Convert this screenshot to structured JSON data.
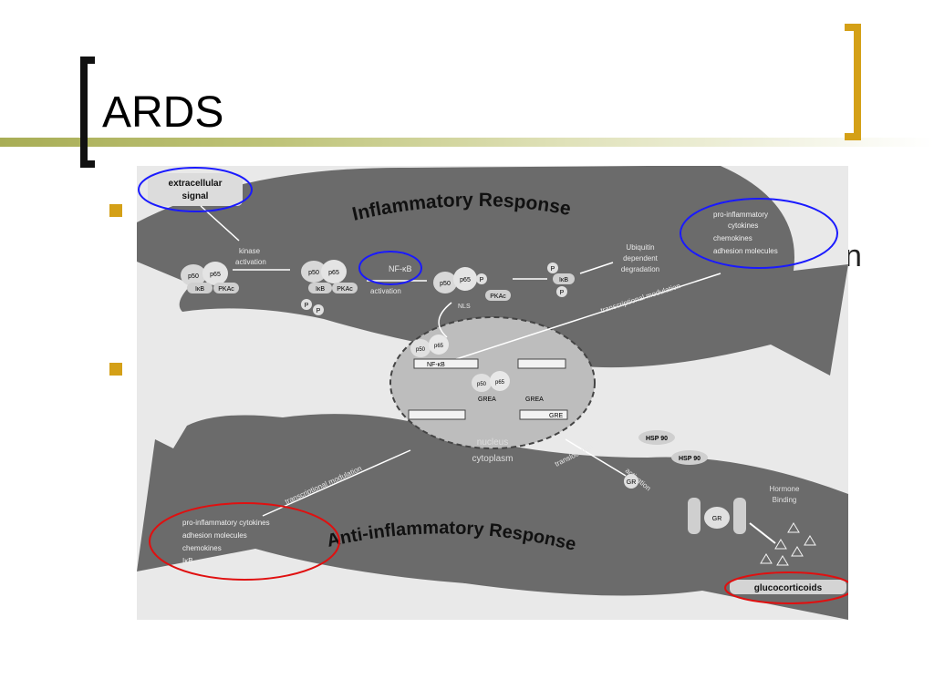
{
  "slide": {
    "title": "ARDS",
    "right_fragment": "n"
  },
  "diagram": {
    "top_band_label": "Inflammatory Response",
    "bottom_band_label": "Anti-inflammatory Response",
    "extracellular_signal": [
      "extracellular",
      "signal"
    ],
    "kinase_activation": [
      "kinase",
      "activation"
    ],
    "nfkb_label": "NF-κB",
    "nfkb_activation": "activation",
    "nls_label": "NLS",
    "ubiquitin": [
      "Ubiquitin",
      "dependent",
      "degradation"
    ],
    "top_effects": [
      "pro-inflammatory",
      "cytokines",
      "chemokines",
      "adhesion molecules"
    ],
    "transcriptional_modulation_top": "transcriptional modulation",
    "transcriptional_modulation_bottom": "transcriptional modulation",
    "nucleus_label": "nucleus",
    "cytoplasm_label": "cytoplasm",
    "nfkb_box": "NF-κB",
    "gre_box": "GRE",
    "grea_label": "GREA",
    "translocation": "translocation",
    "activation": "activation",
    "hsp90": "HSP 90",
    "gr_label": "GR",
    "hormone_binding": [
      "Hormone",
      "Binding"
    ],
    "glucocorticoids": "glucocorticoids",
    "bottom_effects": [
      "pro-inflammatory cytokines",
      "adhesion molecules",
      "chemokines",
      "IκB"
    ],
    "protein_p50": "p50",
    "protein_p65": "p65",
    "protein_ikb": "IκB",
    "protein_pkac": "PKAc",
    "protein_p": "P",
    "colors": {
      "background": "#e9e9e9",
      "arrow_band": "#6b6b6b",
      "nucleus": "#bdbdbd",
      "blue_highlight": "#1a1aff",
      "red_highlight": "#e01010",
      "accent_bullet": "#d4a017"
    }
  }
}
